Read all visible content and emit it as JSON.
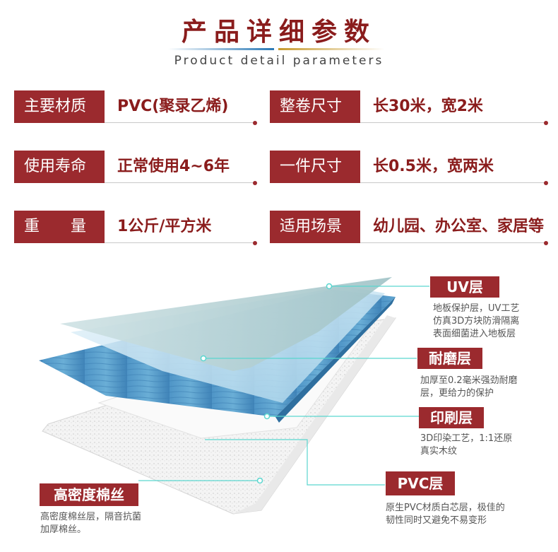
{
  "header": {
    "title": "产品详细参数",
    "subtitle": "Product detail parameters"
  },
  "params": [
    {
      "label": "主要材质",
      "value": "PVC(聚录乙烯)"
    },
    {
      "label": "整卷尺寸",
      "value": "长30米，宽2米"
    },
    {
      "label": "使用寿命",
      "value": "正常使用4~6年"
    },
    {
      "label": "一件尺寸",
      "value": "长0.5米，宽两米"
    },
    {
      "label": "重　　量",
      "value": "1公斤/平方米"
    },
    {
      "label": "适用场景",
      "value": "幼儿园、办公室、家居等"
    }
  ],
  "layers": [
    {
      "name": "UV层",
      "desc1": "地板保护层，UV工艺",
      "desc2": "仿真3D方块防滑隔离",
      "desc3": "表面细菌进入地板层"
    },
    {
      "name": "耐磨层",
      "desc1": "加厚至0.2毫米强劲耐磨",
      "desc2": "层，更给力的保护"
    },
    {
      "name": "印刷层",
      "desc1": "3D印染工艺，1:1还原",
      "desc2": "真实木纹"
    },
    {
      "name": "PVC层",
      "desc1": "原生PVC材质白芯层，极佳的",
      "desc2": "韧性同时又避免不易变形"
    },
    {
      "name": "高密度棉丝",
      "desc1": "高密度棉丝层，隔音抗菌",
      "desc2": "加厚棉丝。"
    }
  ],
  "colors": {
    "accent": "#9b2a2e",
    "title": "#8a1c1c",
    "leader": "#5ad6cf"
  }
}
